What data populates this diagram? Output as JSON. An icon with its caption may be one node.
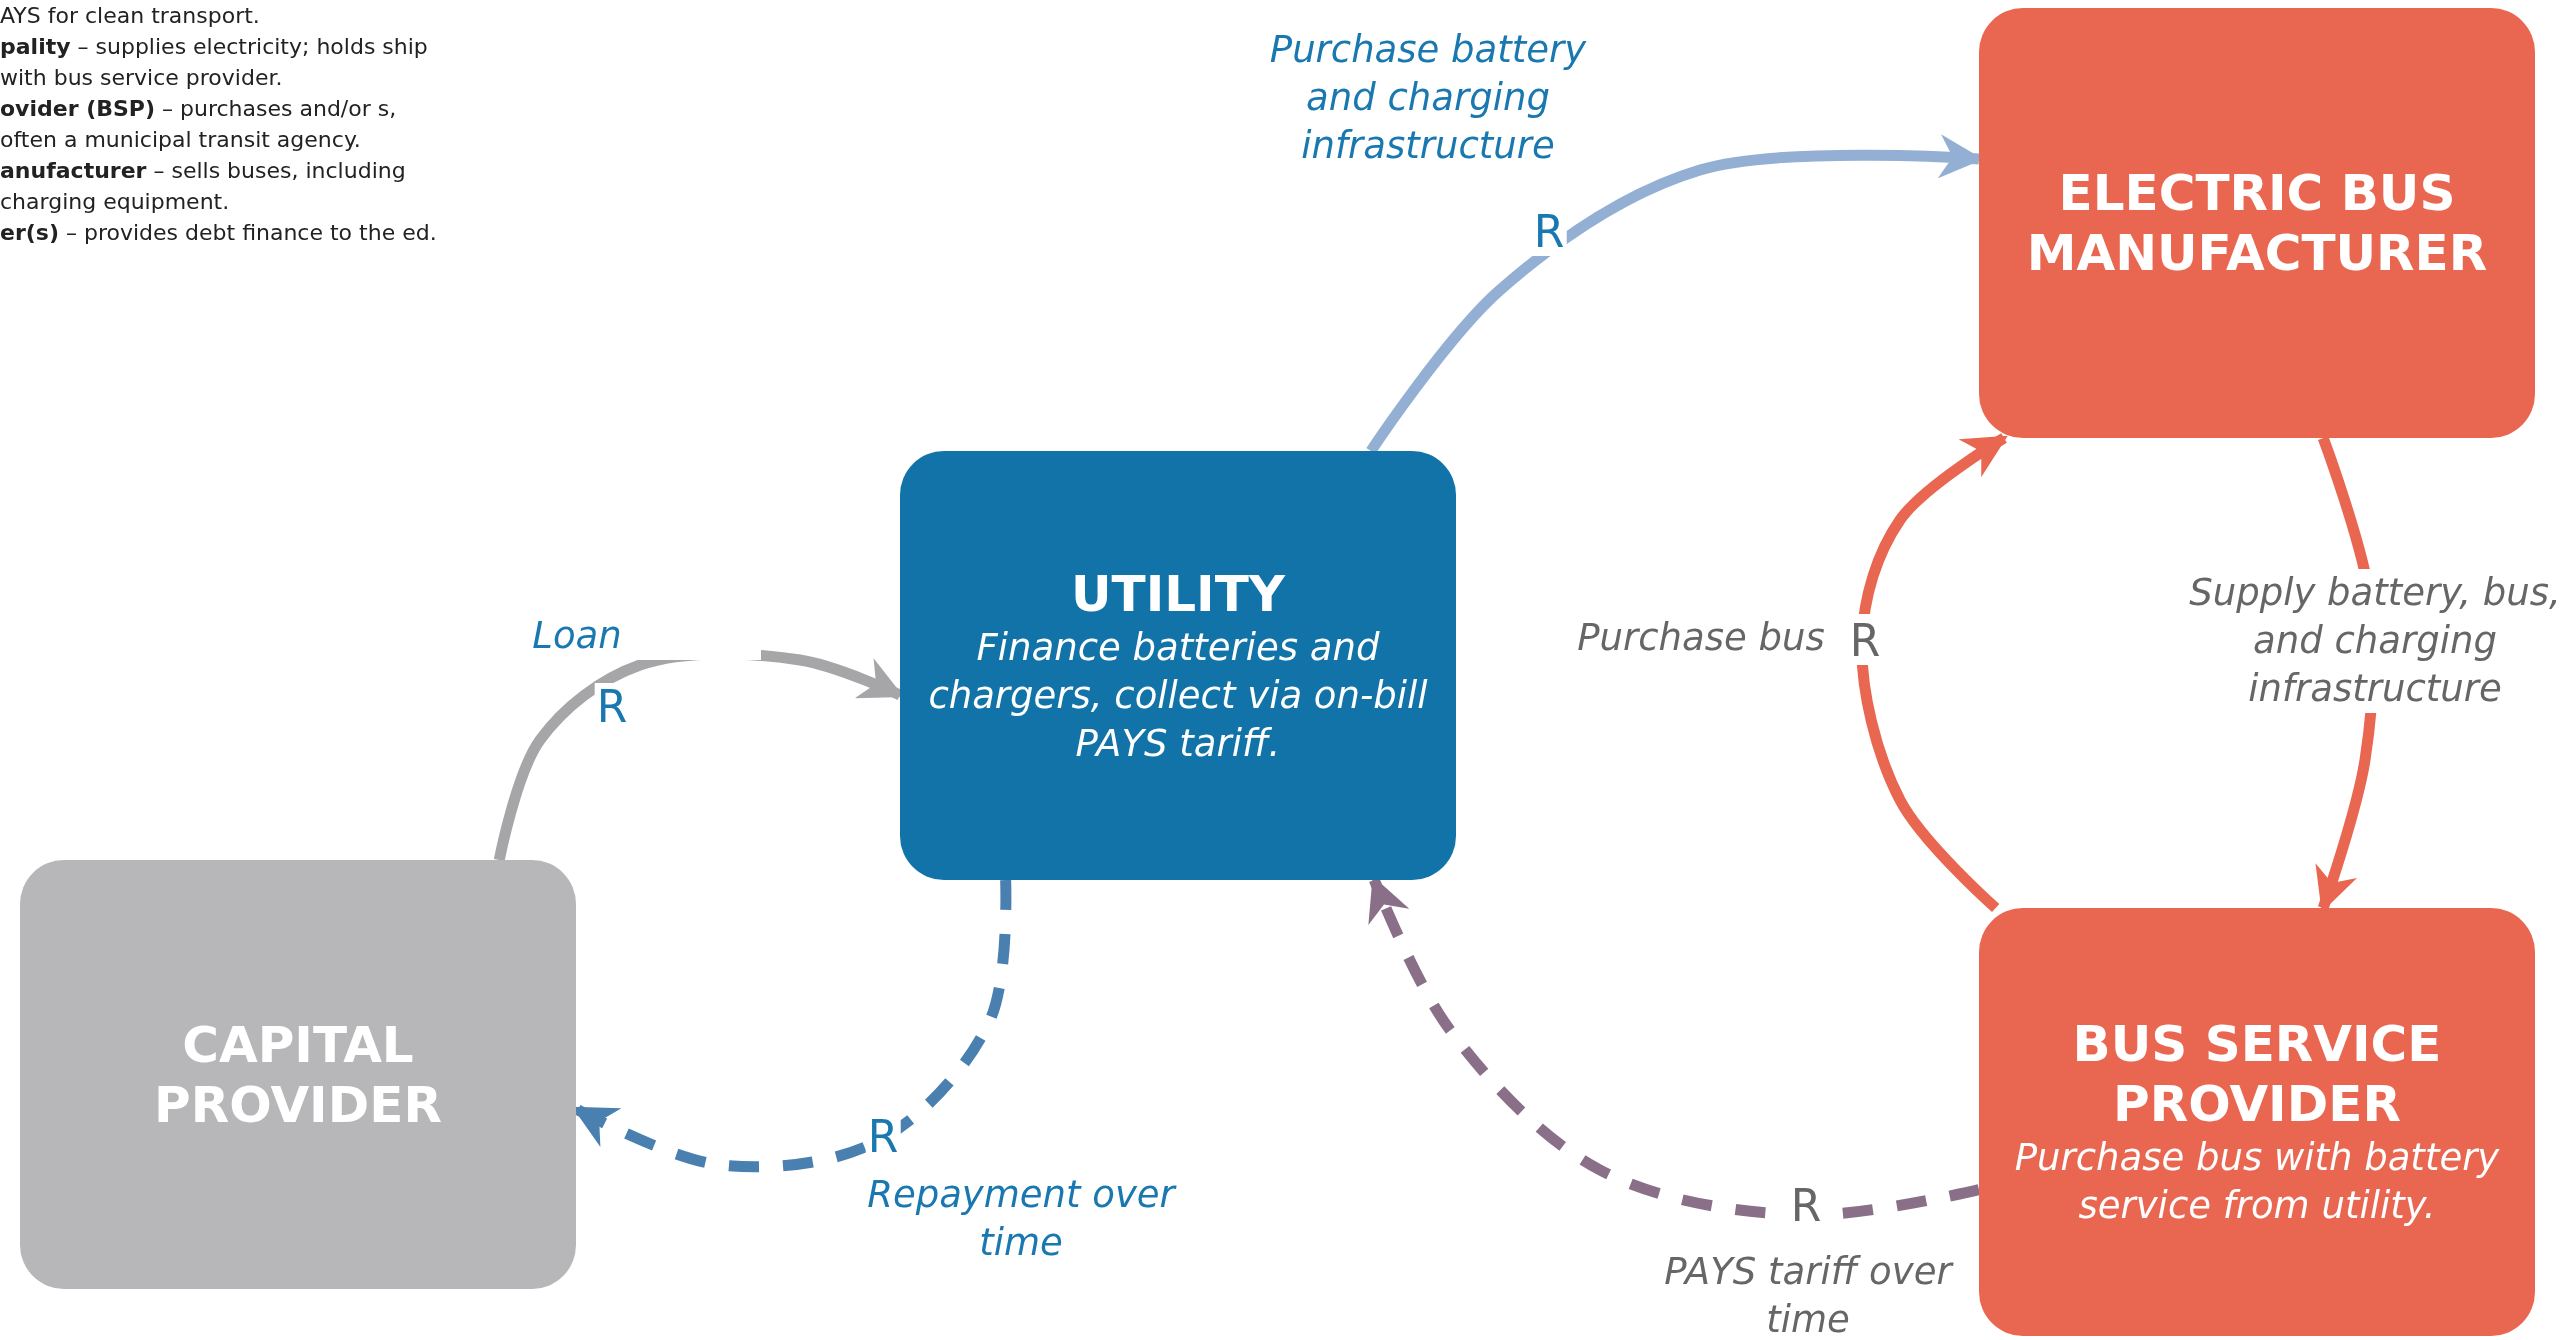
{
  "diagram": {
    "nodes": [
      {
        "text": [
          "ELECTRIC BUS MANUFACTURER"
        ]
      },
      {
        "text": [
          "UTILITY",
          "Finance batteries and chargers, collect via on-bill PAYS tariff."
        ]
      },
      {
        "text": [
          "CAPITAL PROVIDER"
        ]
      },
      {
        "text": [
          "BUS SERVICE PROVIDER",
          "Purchase bus with battery service from utility."
        ]
      }
    ],
    "edges": [
      {
        "from": 2,
        "to": 1,
        "arrow": "to",
        "label": "Loan",
        "color": "#a6a6a8"
      },
      {
        "from": 1,
        "to": 0,
        "arrow": "to",
        "label": "Purchase battery and charging infrastructure",
        "color": "#93b0d4"
      },
      {
        "from": 3,
        "to": 0,
        "arrow": "to",
        "label": "Purchase bus",
        "color": "#e96651"
      },
      {
        "from": 0,
        "to": 3,
        "arrow": "to",
        "label": "Supply battery, bus, and charging infrastructure",
        "color": "#e96651"
      },
      {
        "from": 1,
        "to": 2,
        "arrow": "to",
        "label": "Repayment over time",
        "style": "dashed",
        "color": "#4a80b0"
      },
      {
        "from": 3,
        "to": 1,
        "arrow": "to",
        "label": "PAYS tariff over time",
        "style": "dashed",
        "color": "#8a6f88"
      }
    ],
    "labels": [
      "AYS for clean transport.",
      "**pality** – supplies electricity; holds ship with bus service provider.",
      "**ovider (BSP)** – purchases and/or s, often a municipal transit agency.",
      "**anufacturer** – sells buses, including charging equipment.",
      "**er(s)** – provides debt finance to the ed.",
      "R",
      "R",
      "R",
      "R",
      "R"
    ]
  }
}
